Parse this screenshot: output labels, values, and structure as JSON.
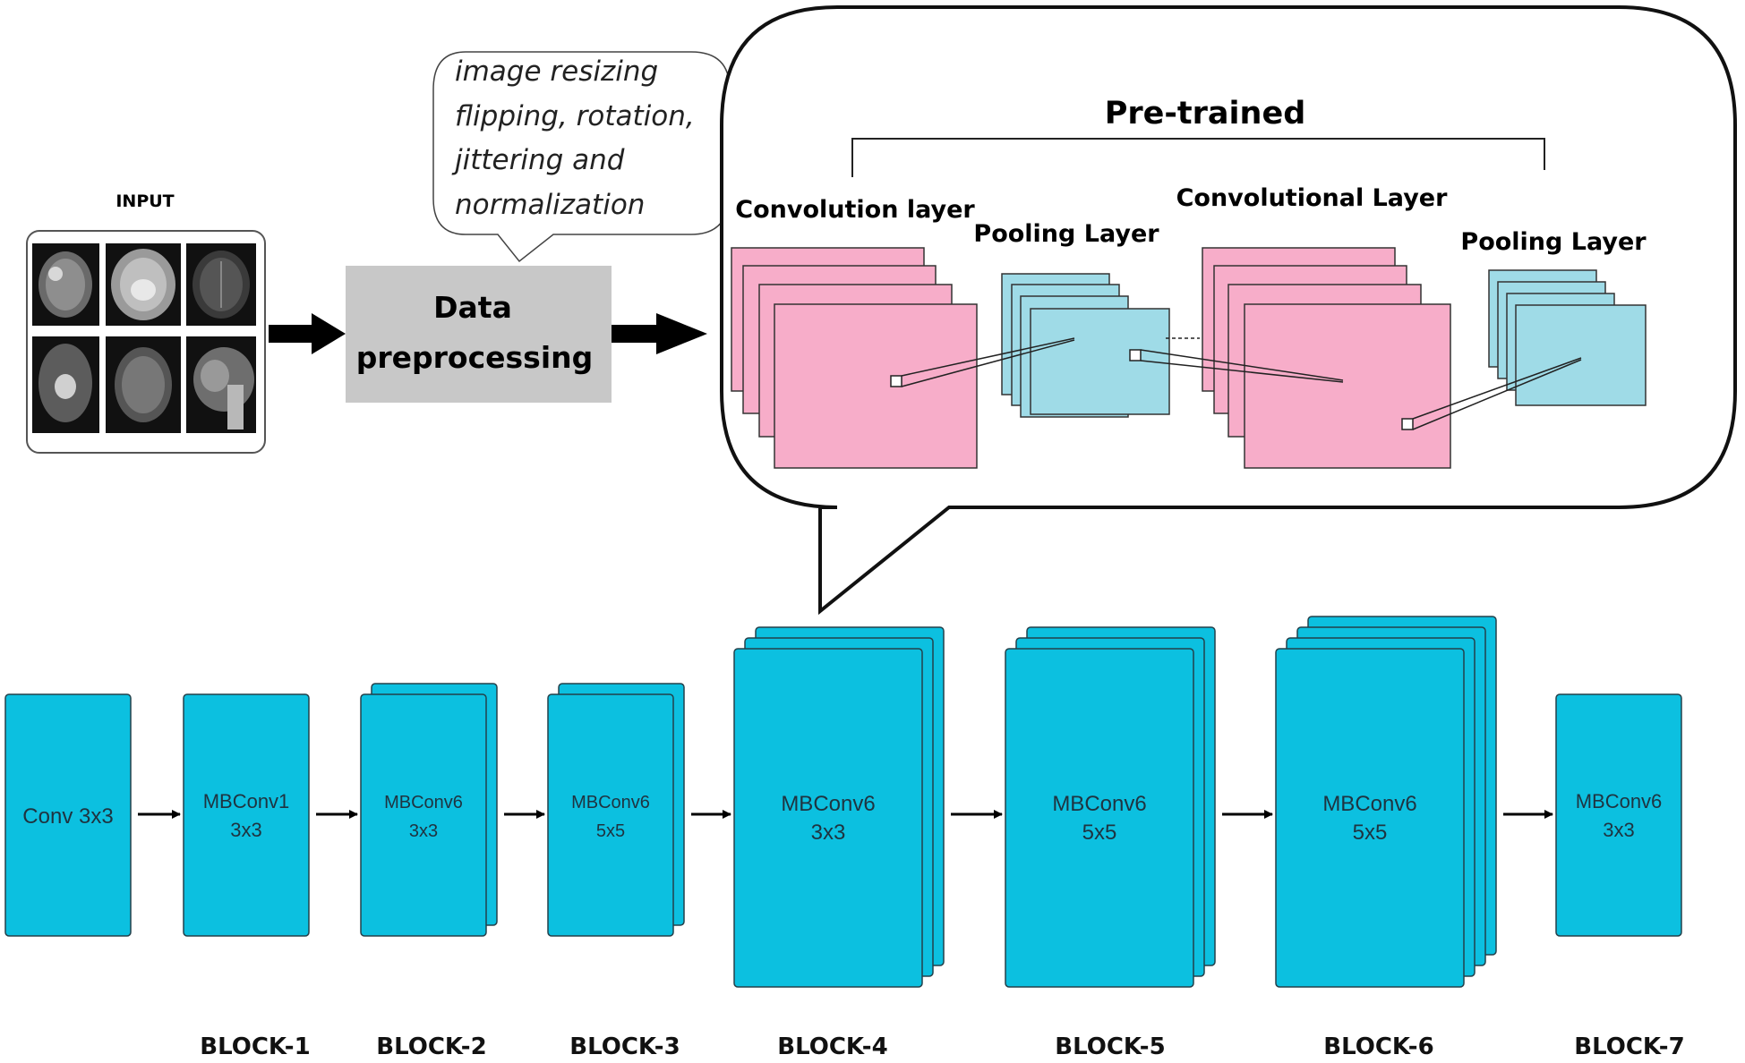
{
  "input": {
    "label": "INPUT",
    "scan_count": 6
  },
  "preprocessing": {
    "title_line1": "Data",
    "title_line2": "preprocessing",
    "note_lines": [
      "image resizing",
      "flipping, rotation,",
      "jittering and",
      "normalization"
    ]
  },
  "pretrained": {
    "title": "Pre-trained",
    "layers": [
      "Convolution layer",
      "Pooling Layer",
      "Convolutional Layer",
      "Pooling Layer"
    ]
  },
  "blocks": [
    {
      "line1": "Conv 3x3",
      "line2": "",
      "label": "",
      "layers": 1
    },
    {
      "line1": "MBConv1",
      "line2": "3x3",
      "label": "BLOCK-1",
      "layers": 1
    },
    {
      "line1": "MBConv6",
      "line2": "3x3",
      "label": "BLOCK-2",
      "layers": 2
    },
    {
      "line1": "MBConv6",
      "line2": "5x5",
      "label": "BLOCK-3",
      "layers": 2
    },
    {
      "line1": "MBConv6",
      "line2": "3x3",
      "label": "BLOCK-4",
      "layers": 3
    },
    {
      "line1": "MBConv6",
      "line2": "5x5",
      "label": "BLOCK-5",
      "layers": 3
    },
    {
      "line1": "MBConv6",
      "line2": "5x5",
      "label": "BLOCK-6",
      "layers": 4
    },
    {
      "line1": "MBConv6",
      "line2": "3x3",
      "label": "BLOCK-7",
      "layers": 1
    }
  ],
  "colors": {
    "block_fill": "#0cc0e0",
    "block_stroke": "#23404a",
    "conv_pink": "#f7adc9",
    "pool_cyan": "#9fdbe7",
    "preprocess_gray": "#c8c8c8"
  }
}
